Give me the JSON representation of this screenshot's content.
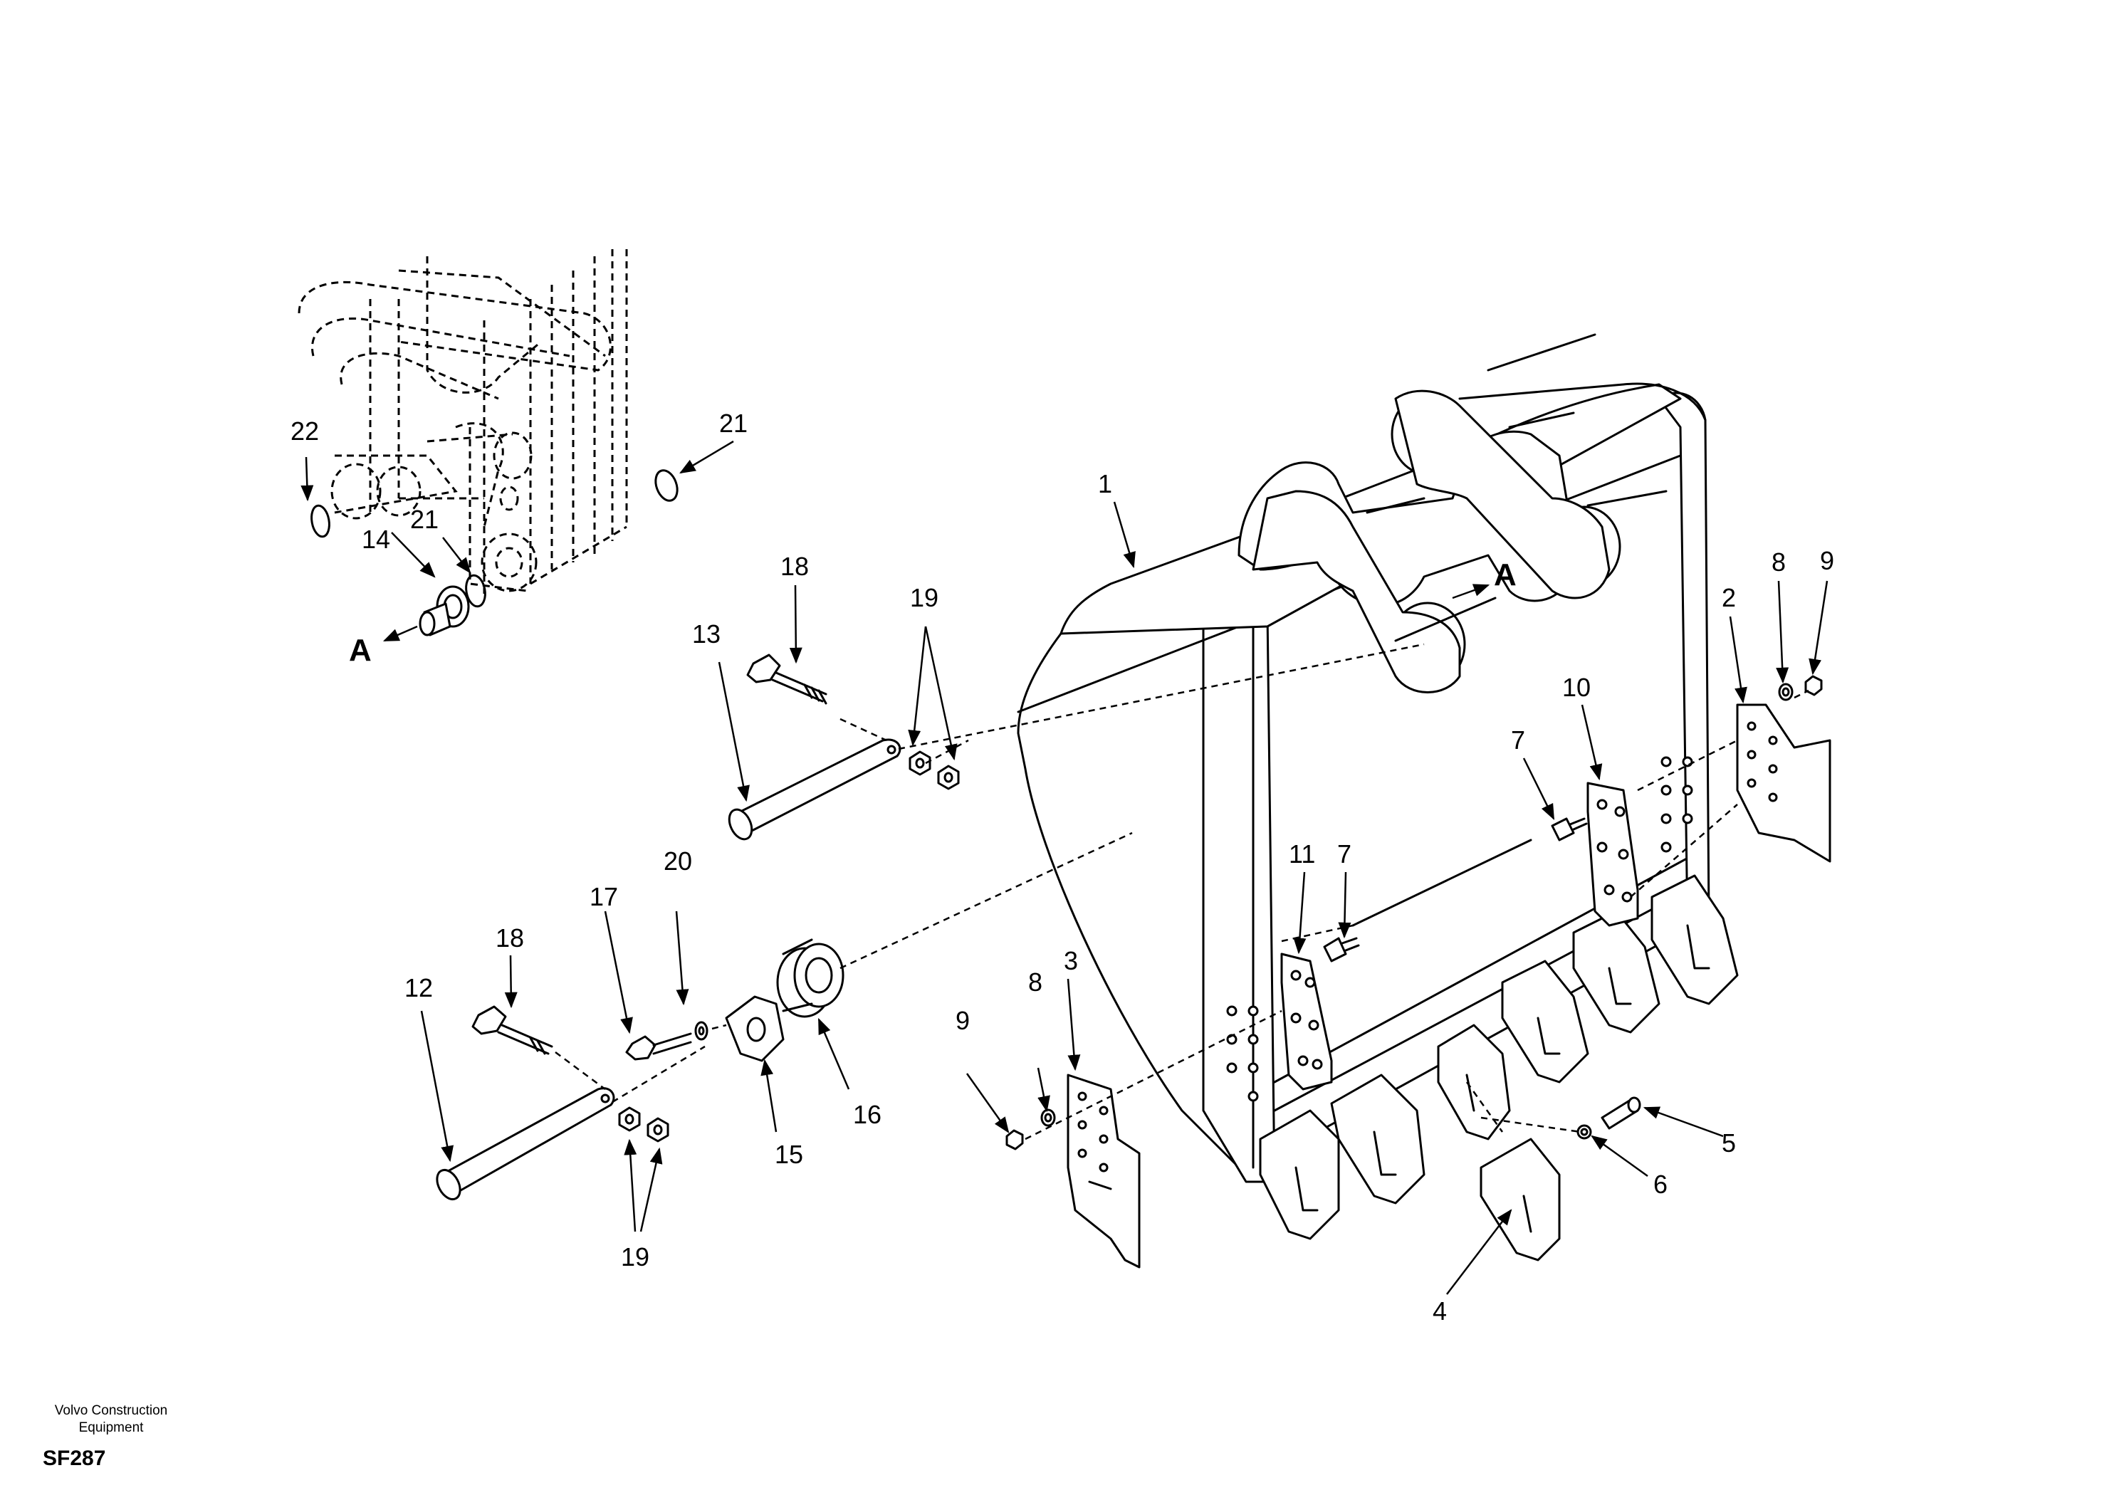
{
  "footer": {
    "manufacturer_line1": "Volvo Construction",
    "manufacturer_line2": "Equipment",
    "figure_code": "SF287"
  },
  "view_marker": "A",
  "callouts": {
    "c1": "1",
    "c2": "2",
    "c3": "3",
    "c4": "4",
    "c5": "5",
    "c6": "6",
    "c7a": "7",
    "c7b": "7",
    "c8a": "8",
    "c8b": "8",
    "c9a": "9",
    "c9b": "9",
    "c10": "10",
    "c11": "11",
    "c12": "12",
    "c13": "13",
    "c14": "14",
    "c15": "15",
    "c16": "16",
    "c17": "17",
    "c18a": "18",
    "c18b": "18",
    "c19a": "19",
    "c19b": "19",
    "c20": "20",
    "c21a": "21",
    "c21b": "21",
    "c22": "22"
  }
}
